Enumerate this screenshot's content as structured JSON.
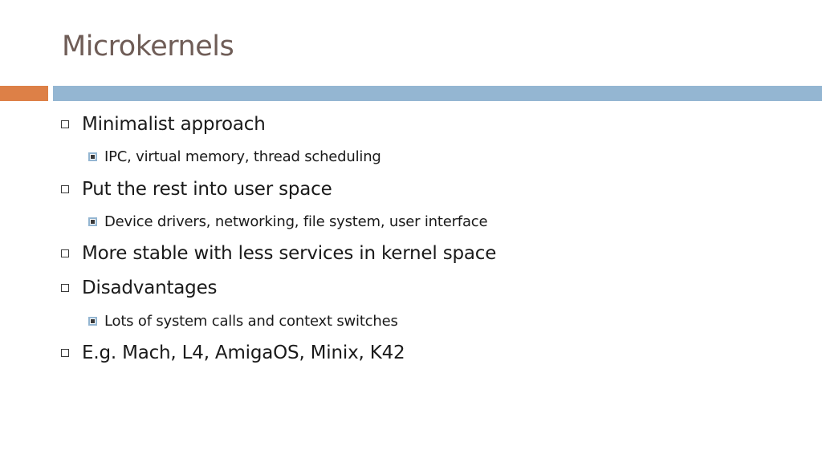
{
  "slide": {
    "title": "Microkernels",
    "colors": {
      "title": "#6f5d57",
      "accent_orange": "#dd8047",
      "accent_blue": "#94b6d2",
      "text": "#1a1a1a"
    },
    "bullets": [
      {
        "text": "Minimalist approach",
        "sub": [
          "IPC, virtual memory, thread scheduling"
        ]
      },
      {
        "text": "Put the rest into user space",
        "sub": [
          "Device drivers, networking, file system, user interface"
        ]
      },
      {
        "text": "More stable with less services in kernel space",
        "sub": []
      },
      {
        "text": "Disadvantages",
        "sub": [
          "Lots of system calls and context switches"
        ]
      },
      {
        "text": "E.g. Mach, L4, AmigaOS, Minix, K42",
        "sub": []
      }
    ]
  }
}
